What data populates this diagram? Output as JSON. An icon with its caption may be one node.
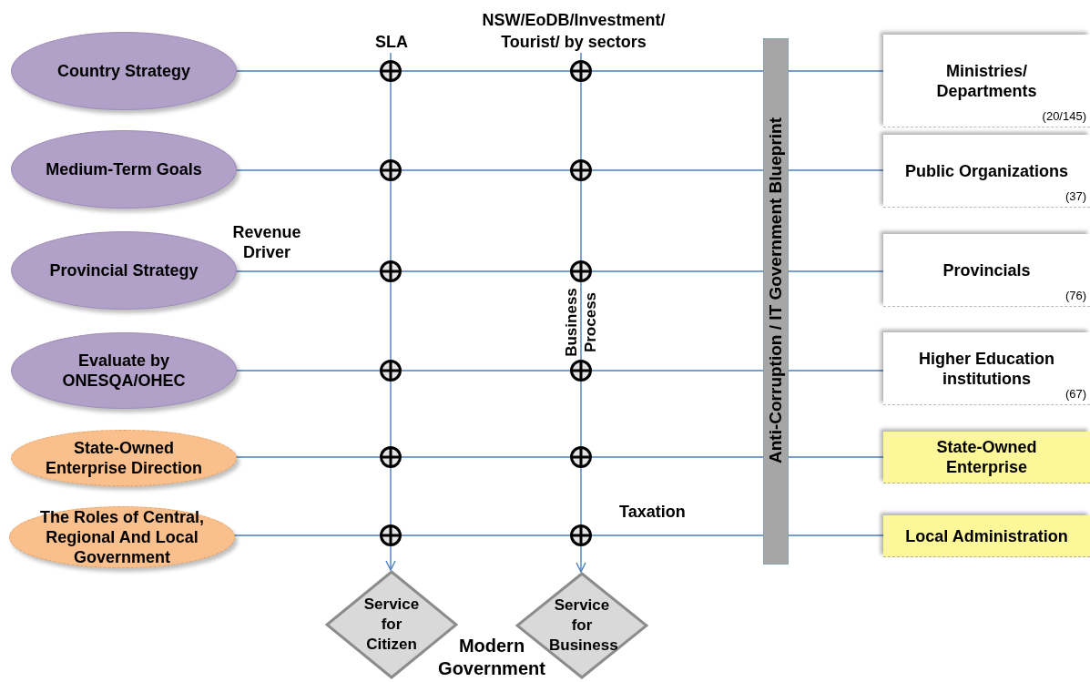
{
  "diagram": {
    "nodes": [
      {
        "text": [
          "Country Strategy"
        ]
      },
      {
        "text": [
          "Medium-Term Goals"
        ]
      },
      {
        "text": [
          "Provincial Strategy"
        ]
      },
      {
        "text": [
          "Evaluate by ONESQA/OHEC"
        ]
      },
      {
        "text": [
          "State-Owned Enterprise Direction"
        ]
      },
      {
        "text": [
          "The Roles of Central, Regional And Local Government"
        ]
      },
      {
        "text": [
          "Anti-Corruption / IT Government Blueprint"
        ]
      },
      {
        "text": [
          "Ministries/ Departments",
          "(20/145)"
        ]
      },
      {
        "text": [
          "Public Organizations",
          "(37)"
        ]
      },
      {
        "text": [
          "Provincials",
          "(76)"
        ]
      },
      {
        "text": [
          "Higher Education institutions",
          "(67)"
        ]
      },
      {
        "text": [
          "State-Owned Enterprise"
        ]
      },
      {
        "text": [
          "Local Administration"
        ]
      },
      {
        "text": [
          "Service for Citizen"
        ]
      },
      {
        "text": [
          "Service for Business"
        ]
      },
      {
        "text": [],
        "shape": "circle"
      },
      {
        "text": [],
        "shape": "circle"
      },
      {
        "text": [],
        "shape": "circle"
      },
      {
        "text": [],
        "shape": "circle"
      },
      {
        "text": [],
        "shape": "circle"
      },
      {
        "text": [],
        "shape": "circle"
      },
      {
        "text": [],
        "shape": "circle"
      },
      {
        "text": [],
        "shape": "circle"
      },
      {
        "text": [],
        "shape": "circle"
      },
      {
        "text": [],
        "shape": "circle"
      },
      {
        "text": [],
        "shape": "circle"
      },
      {
        "text": [],
        "shape": "circle"
      },
      {
        "text": [
          "SLA"
        ]
      },
      {
        "text": [
          "NSW/EoDB/Investment/ Tourist/ by sectors"
        ]
      }
    ],
    "edges": [
      {
        "from": 0,
        "to": 15,
        "arrow": "none"
      },
      {
        "from": 15,
        "to": 16,
        "arrow": "none"
      },
      {
        "from": 16,
        "to": 6,
        "arrow": "none"
      },
      {
        "from": 6,
        "to": 7,
        "arrow": "none"
      },
      {
        "from": 1,
        "to": 17,
        "arrow": "none"
      },
      {
        "from": 17,
        "to": 18,
        "arrow": "none"
      },
      {
        "from": 18,
        "to": 6,
        "arrow": "none"
      },
      {
        "from": 6,
        "to": 8,
        "arrow": "none"
      },
      {
        "from": 2,
        "to": 19,
        "arrow": "none"
      },
      {
        "from": 19,
        "to": 20,
        "arrow": "none"
      },
      {
        "from": 20,
        "to": 6,
        "arrow": "none"
      },
      {
        "from": 6,
        "to": 9,
        "arrow": "none"
      },
      {
        "from": 3,
        "to": 21,
        "arrow": "none"
      },
      {
        "from": 21,
        "to": 22,
        "arrow": "none"
      },
      {
        "from": 22,
        "to": 6,
        "arrow": "none"
      },
      {
        "from": 6,
        "to": 10,
        "arrow": "none"
      },
      {
        "from": 4,
        "to": 23,
        "arrow": "none"
      },
      {
        "from": 23,
        "to": 24,
        "arrow": "none"
      },
      {
        "from": 24,
        "to": 6,
        "arrow": "none"
      },
      {
        "from": 6,
        "to": 11,
        "arrow": "none"
      },
      {
        "from": 5,
        "to": 25,
        "arrow": "none"
      },
      {
        "from": 25,
        "to": 26,
        "arrow": "none"
      },
      {
        "from": 26,
        "to": 6,
        "arrow": "none"
      },
      {
        "from": 6,
        "to": 12,
        "arrow": "none"
      },
      {
        "from": 27,
        "to": 15,
        "arrow": "none"
      },
      {
        "from": 15,
        "to": 17,
        "arrow": "none"
      },
      {
        "from": 17,
        "to": 19,
        "arrow": "none"
      },
      {
        "from": 19,
        "to": 21,
        "arrow": "none"
      },
      {
        "from": 21,
        "to": 23,
        "arrow": "none"
      },
      {
        "from": 23,
        "to": 25,
        "arrow": "none"
      },
      {
        "from": 25,
        "to": 13,
        "arrow": "to"
      },
      {
        "from": 28,
        "to": 16,
        "arrow": "none"
      },
      {
        "from": 16,
        "to": 18,
        "arrow": "none"
      },
      {
        "from": 18,
        "to": 20,
        "arrow": "none"
      },
      {
        "from": 20,
        "to": 22,
        "arrow": "none"
      },
      {
        "from": 22,
        "to": 24,
        "arrow": "none"
      },
      {
        "from": 24,
        "to": 26,
        "arrow": "none"
      },
      {
        "from": 26,
        "to": 14,
        "arrow": "to"
      }
    ],
    "labels": [
      "Revenue Driver",
      "Business Process",
      "Taxation",
      "Modern Government"
    ]
  }
}
